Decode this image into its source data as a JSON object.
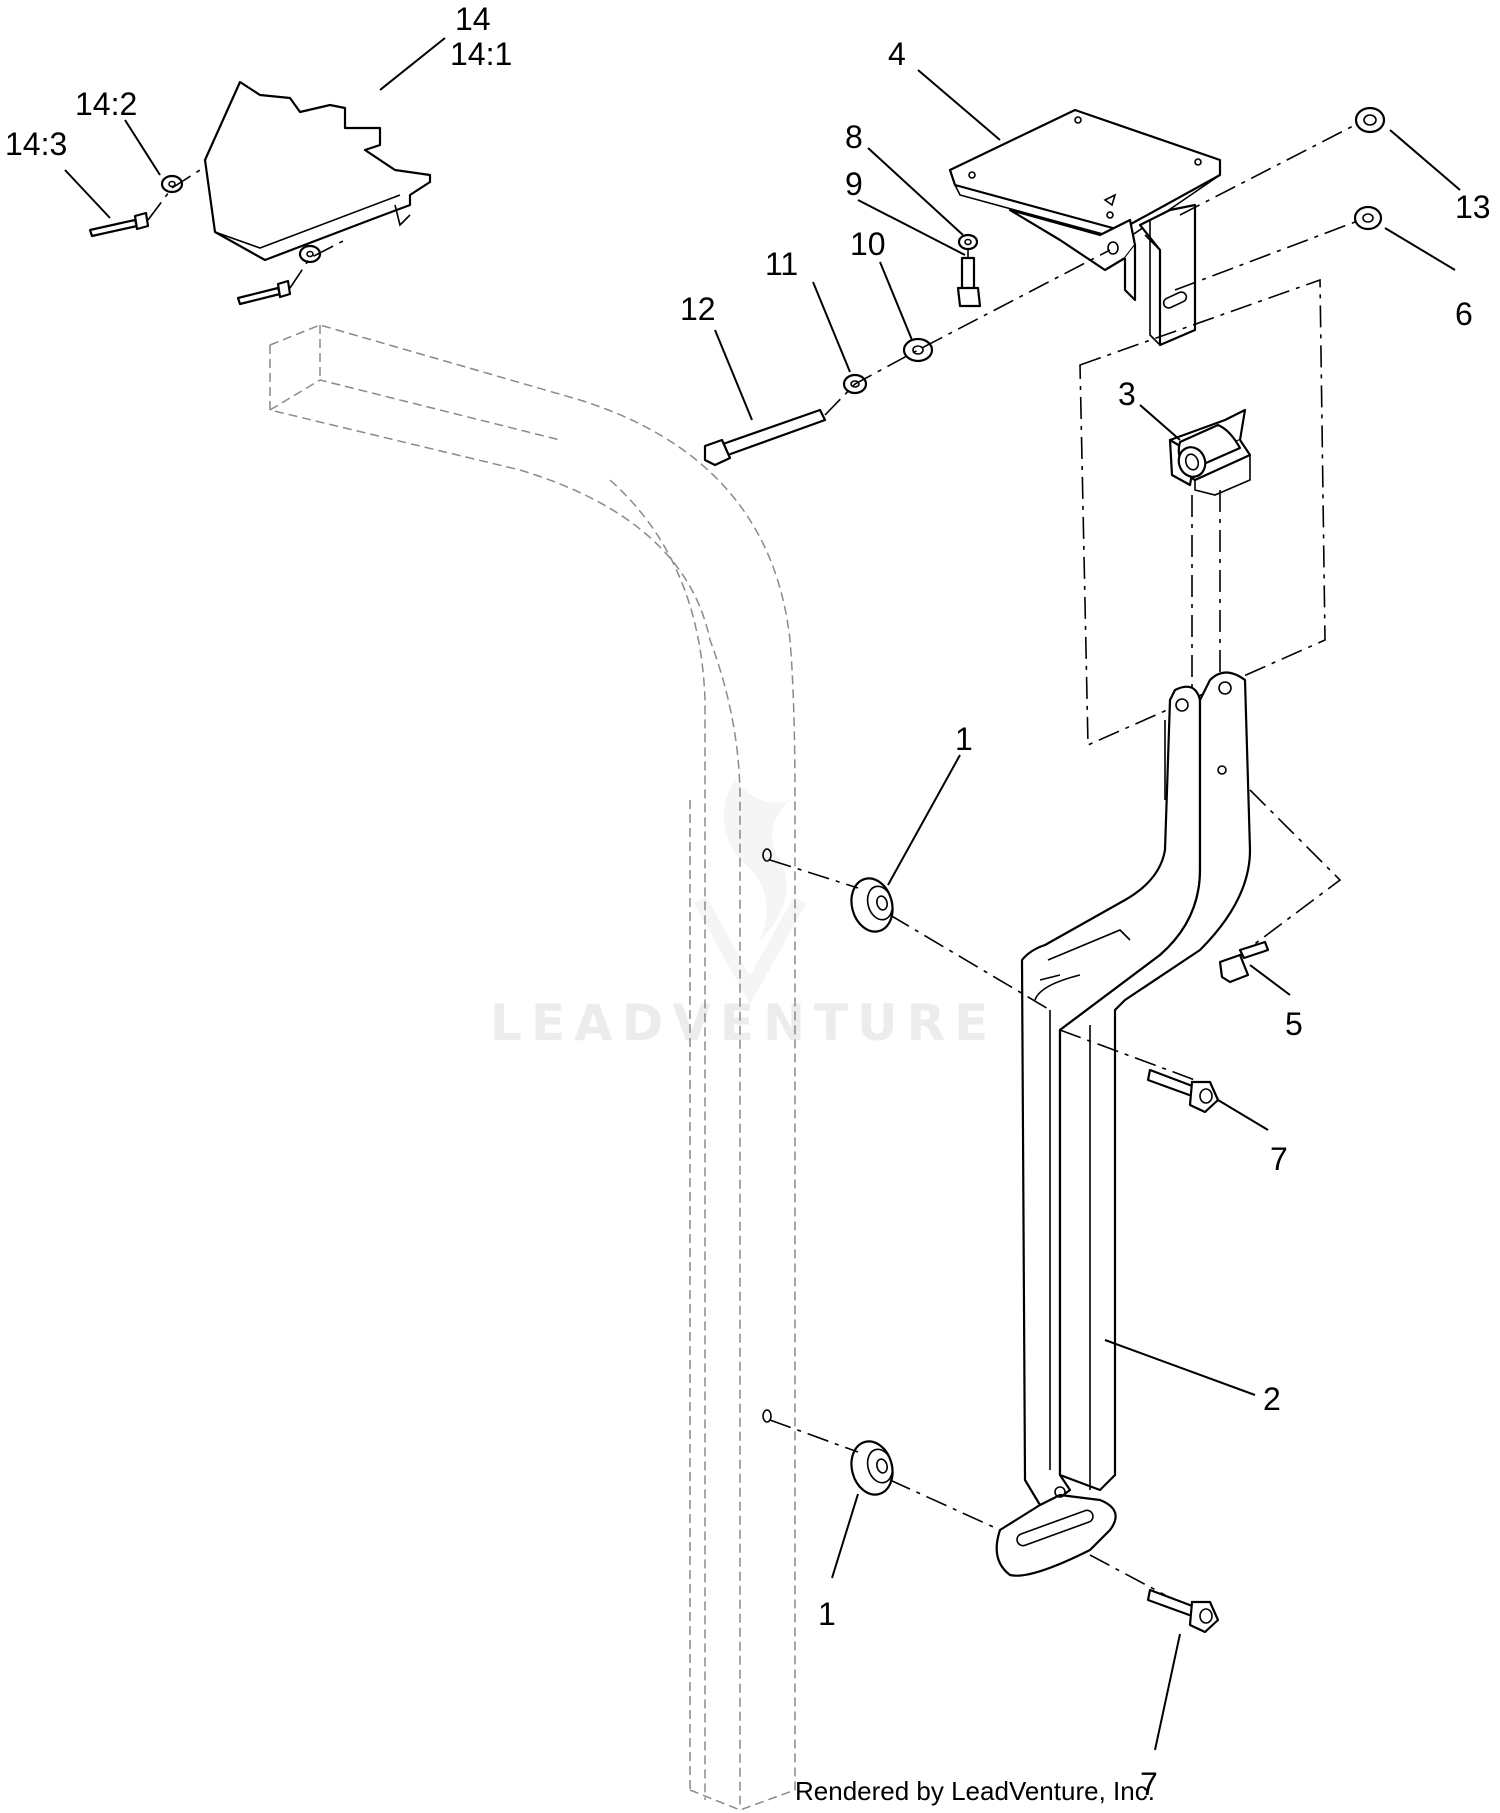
{
  "callouts": {
    "c14": "14",
    "c14_1": "14:1",
    "c14_2": "14:2",
    "c14_3": "14:3",
    "c4": "4",
    "c8": "8",
    "c9": "9",
    "c10": "10",
    "c11": "11",
    "c12": "12",
    "c13": "13",
    "c6": "6",
    "c3": "3",
    "c1_top": "1",
    "c5": "5",
    "c7_mid": "7",
    "c2": "2",
    "c1_bottom": "1",
    "c7_bottom": "7"
  },
  "watermark": "LEADVENTURE",
  "credit": "Rendered by LeadVenture, Inc."
}
